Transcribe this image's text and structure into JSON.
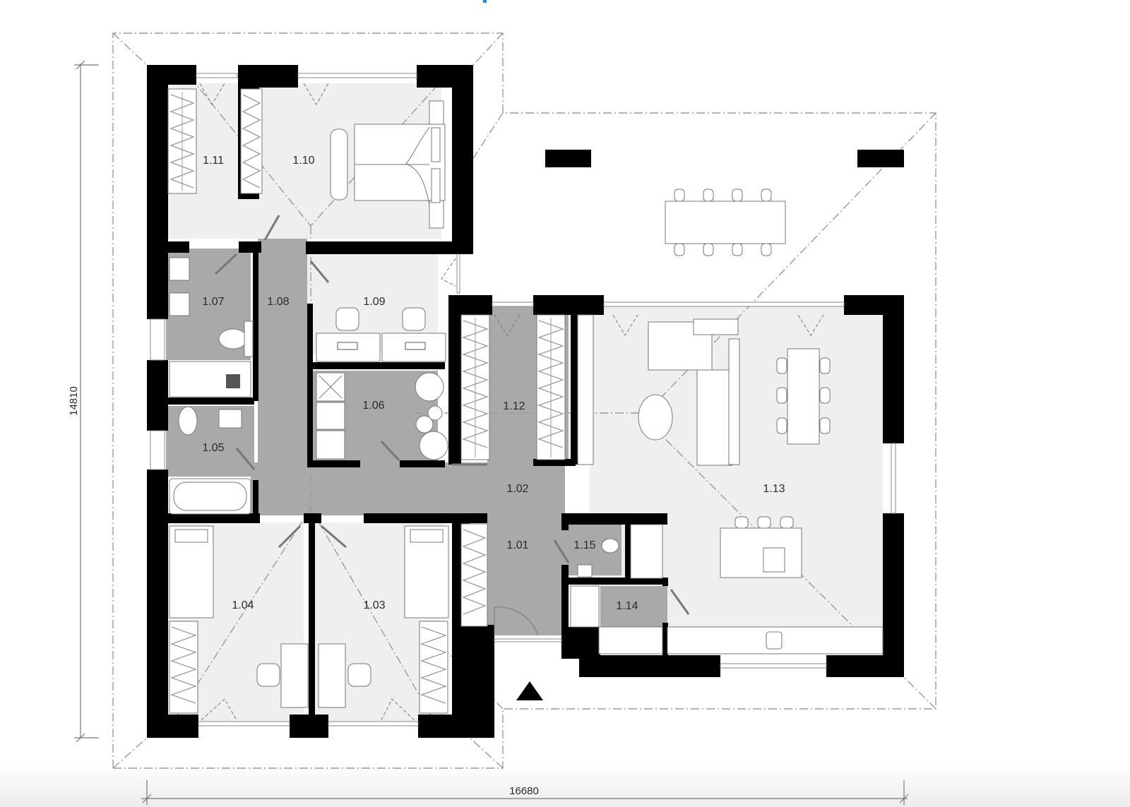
{
  "plan": {
    "title_mark_color": "#1e88e5",
    "colors": {
      "wall": "#000000",
      "circulation_floor": "#a9a9a9",
      "room_floor": "#efefef",
      "terrace": "#ffffff",
      "roof_outline": "#9a9a9a"
    },
    "dimensions": {
      "height": "14810",
      "width": "16680"
    },
    "rooms": [
      {
        "id": "1.01",
        "label": "1.01",
        "zone": "circulation"
      },
      {
        "id": "1.02",
        "label": "1.02",
        "zone": "circulation"
      },
      {
        "id": "1.03",
        "label": "1.03",
        "zone": "room"
      },
      {
        "id": "1.04",
        "label": "1.04",
        "zone": "room"
      },
      {
        "id": "1.05",
        "label": "1.05",
        "zone": "circulation"
      },
      {
        "id": "1.06",
        "label": "1.06",
        "zone": "circulation"
      },
      {
        "id": "1.07",
        "label": "1.07",
        "zone": "circulation"
      },
      {
        "id": "1.08",
        "label": "1.08",
        "zone": "circulation"
      },
      {
        "id": "1.09",
        "label": "1.09",
        "zone": "room"
      },
      {
        "id": "1.10",
        "label": "1.10",
        "zone": "room"
      },
      {
        "id": "1.11",
        "label": "1.11",
        "zone": "room"
      },
      {
        "id": "1.12",
        "label": "1.12",
        "zone": "circulation"
      },
      {
        "id": "1.13",
        "label": "1.13",
        "zone": "room"
      },
      {
        "id": "1.14",
        "label": "1.14",
        "zone": "circulation"
      },
      {
        "id": "1.15",
        "label": "1.15",
        "zone": "circulation"
      }
    ],
    "entrance_marker": "triangle-up-icon"
  }
}
